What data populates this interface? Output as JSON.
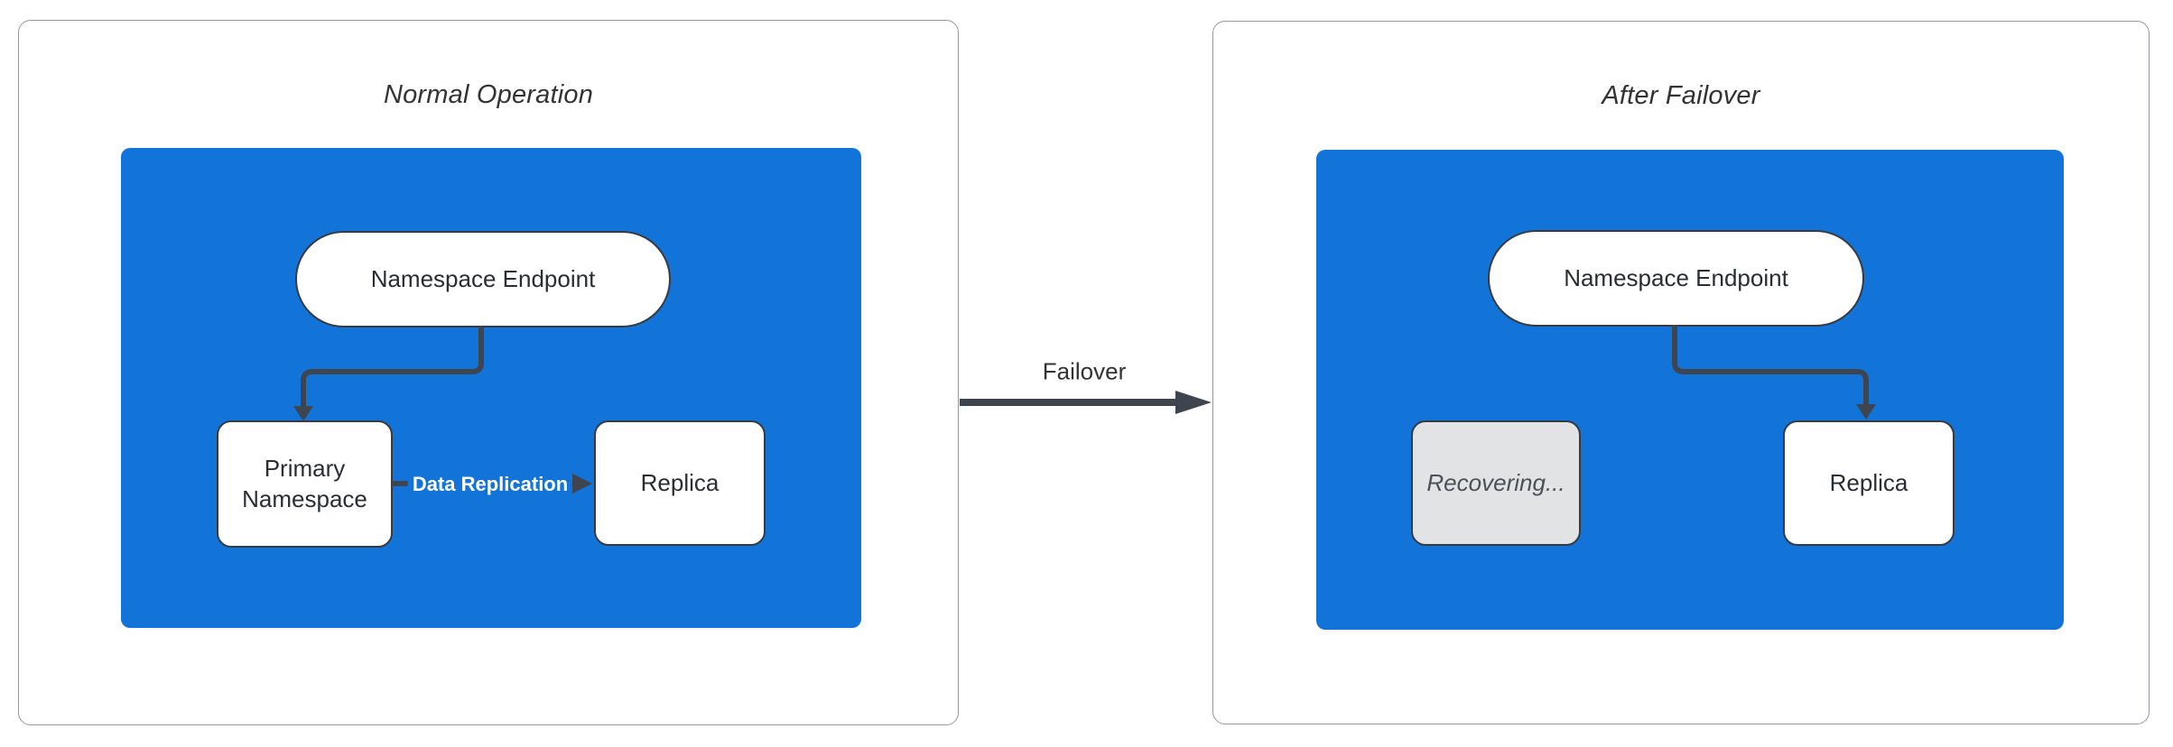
{
  "colors": {
    "cluster_blue": "#1273D9",
    "edge": "#3F454E",
    "node_border": "#363B41",
    "node_fill": "#FFFFFF",
    "recovering_fill": "#E2E3E5",
    "panel_border": "#95989C",
    "title_text": "#333333",
    "node_text": "#2A2E33",
    "recovering_text": "#4B5157",
    "edge_label_text": "#FFFFFF"
  },
  "panels": [
    {
      "title": "Normal Operation",
      "nodes": {
        "endpoint": "Namespace Endpoint",
        "primary": "Primary Namespace",
        "replica": "Replica"
      },
      "edge_label": "Data Replication"
    },
    {
      "title": "After Failover",
      "nodes": {
        "endpoint": "Namespace Endpoint",
        "recovering": "Recovering...",
        "replica": "Replica"
      }
    }
  ],
  "transition": {
    "label": "Failover"
  }
}
